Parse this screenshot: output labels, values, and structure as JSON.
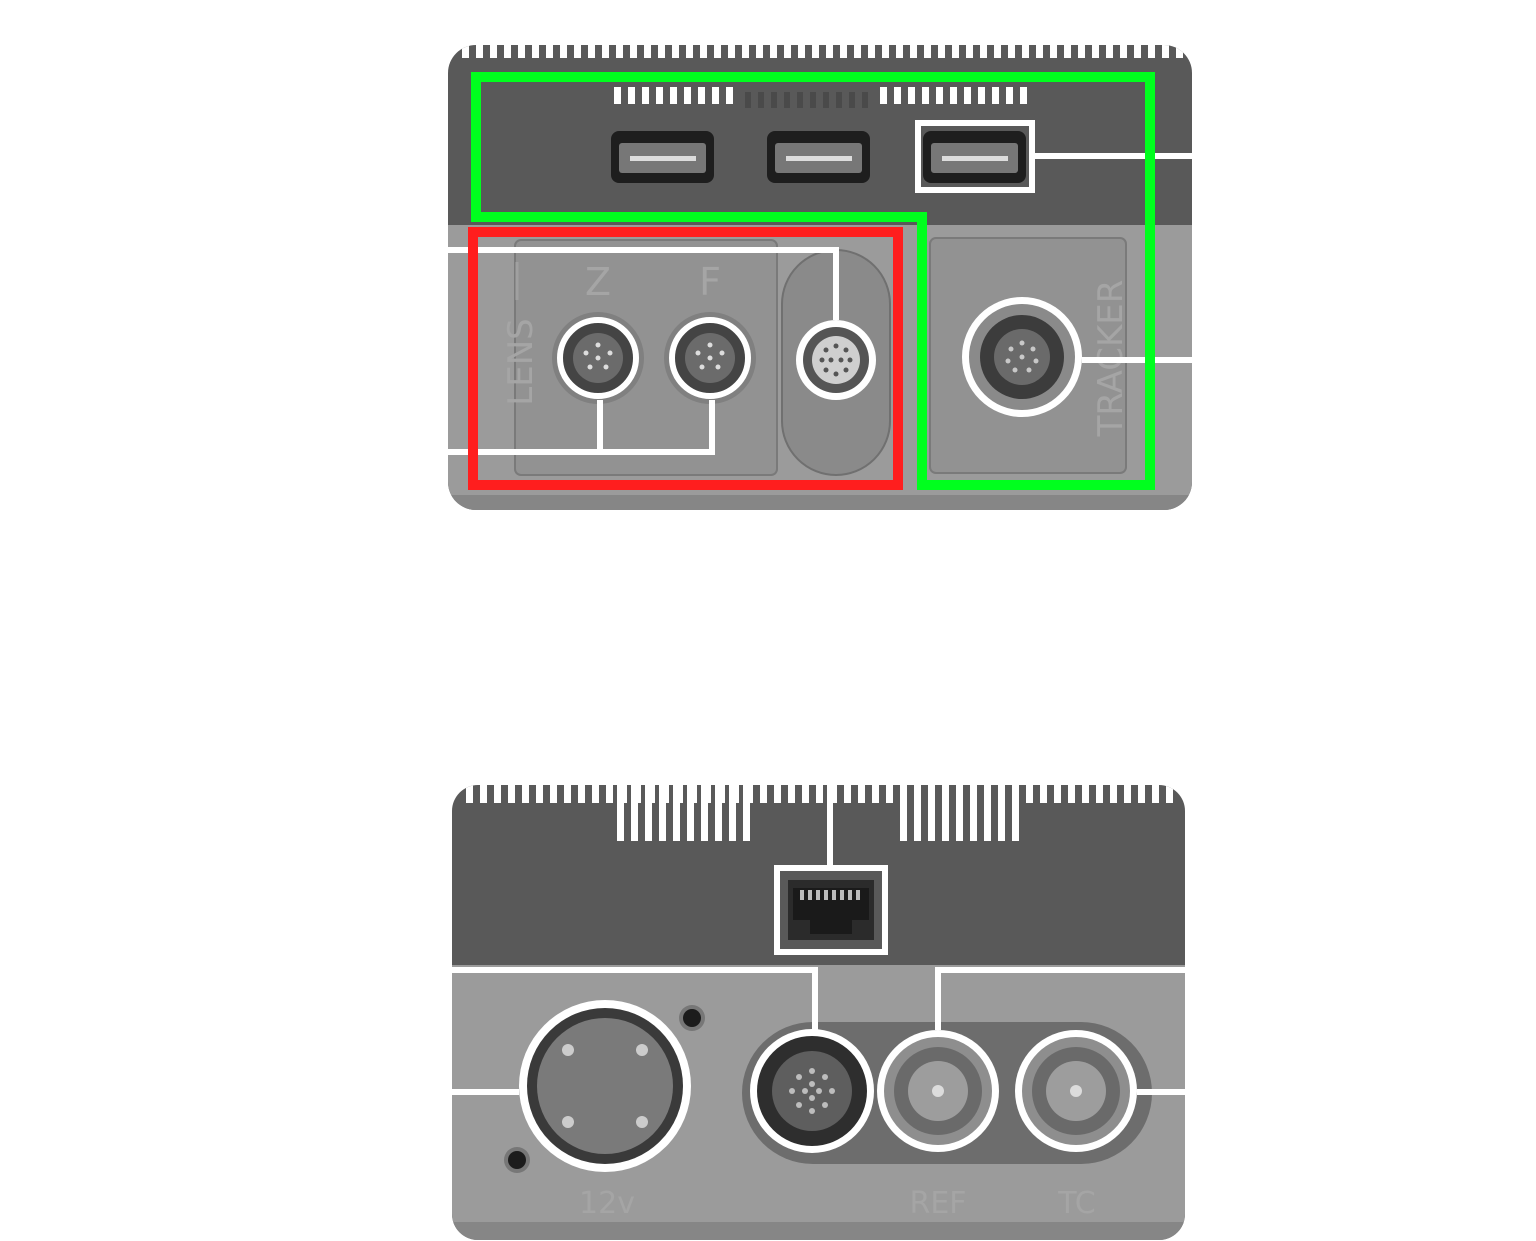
{
  "top_panel": {
    "lens_label": "LENS",
    "zoom_label": "Z",
    "focus_label": "F",
    "tracker_label": "TRACKER",
    "usb_ports": [
      "usb-port-1",
      "usb-port-2",
      "usb-port-3"
    ]
  },
  "bottom_panel": {
    "power_label": "12v",
    "ref_label": "REF",
    "tc_label": "TC"
  },
  "colors": {
    "dark_body": "#575757",
    "light_body": "#9a9a9a",
    "highlight_green": "#00ff1e",
    "highlight_red": "#ff1e1e",
    "callout_line": "#ffffff"
  }
}
